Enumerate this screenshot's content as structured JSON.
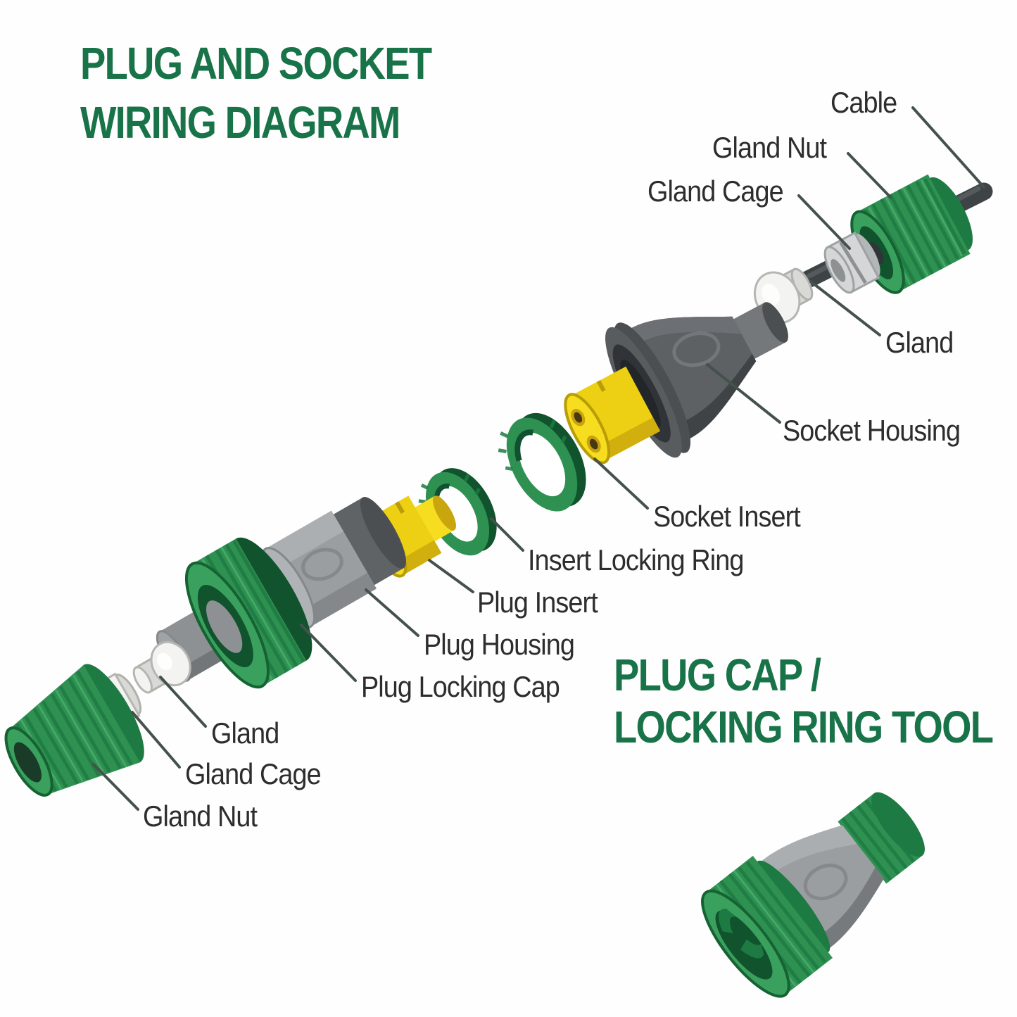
{
  "title": {
    "line1": "PLUG AND SOCKET",
    "line2": "WIRING DIAGRAM"
  },
  "subtitle": {
    "line1": "PLUG CAP /",
    "line2": "LOCKING RING TOOL"
  },
  "labels": {
    "cable": "Cable",
    "gland_nut_top": "Gland Nut",
    "gland_cage_top": "Gland Cage",
    "gland_top": "Gland",
    "socket_housing": "Socket Housing",
    "socket_insert": "Socket Insert",
    "insert_locking_ring": "Insert Locking Ring",
    "plug_insert": "Plug Insert",
    "plug_housing": "Plug Housing",
    "plug_locking_cap": "Plug Locking Cap",
    "gland_bottom": "Gland",
    "gland_cage_bottom": "Gland Cage",
    "gland_nut_bottom": "Gland Nut"
  },
  "colors": {
    "heading_green": "#187349",
    "part_green": "#2e9152",
    "part_green_dark": "#1d7a42",
    "part_yellow": "#edd013",
    "housing_gray": "#5d6164",
    "plug_gray": "#9b9ea0",
    "label_text": "#2d2d2d",
    "leader_line": "#45514b"
  }
}
